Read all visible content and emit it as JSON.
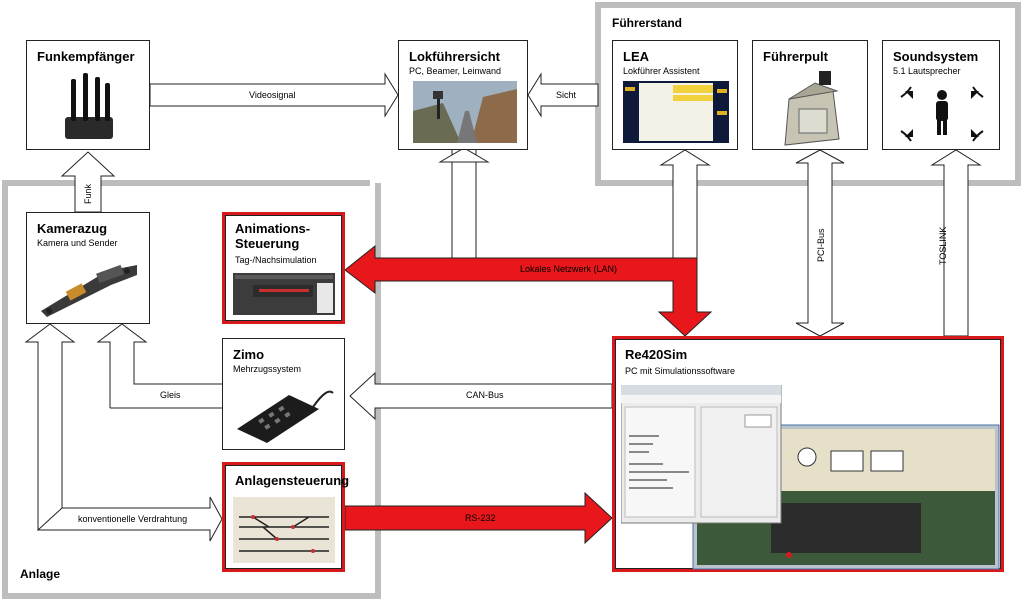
{
  "groups": {
    "fuehrerstand": "Führerstand",
    "anlage": "Anlage"
  },
  "nodes": {
    "funkempfaenger": {
      "title": "Funkempfänger"
    },
    "lokfuehrersicht": {
      "title": "Lokführersicht",
      "sub": "PC, Beamer, Leinwand"
    },
    "lea": {
      "title": "LEA",
      "sub": "Lokführer Assistent"
    },
    "fuehrerpult": {
      "title": "Führerpult"
    },
    "soundsystem": {
      "title": "Soundsystem",
      "sub": "5.1 Lautsprecher"
    },
    "kamerazug": {
      "title": "Kamerazug",
      "sub": "Kamera und Sender"
    },
    "animation": {
      "title_line1": "Animations-",
      "title_line2": "Steuerung",
      "sub": "Tag-/Nachsimulation"
    },
    "zimo": {
      "title": "Zimo",
      "sub": "Mehrzugssystem"
    },
    "anlagensteuerung": {
      "title": "Anlagensteuerung"
    },
    "re420sim": {
      "title": "Re420Sim",
      "sub": "PC mit Simulationssoftware"
    }
  },
  "edges": {
    "videosignal": "Videosignal",
    "sicht": "Sicht",
    "funk": "Funk",
    "lan": "Lokales Netzwerk (LAN)",
    "pci_bus": "PCI-Bus",
    "toslink": "TOSLINK",
    "gleis": "Gleis",
    "can_bus": "CAN-Bus",
    "verdrahtung": "konventionelle Verdrahtung",
    "rs232": "RS-232"
  },
  "colors": {
    "accent": "#e8171b",
    "group_border": "#bdbdbd"
  }
}
